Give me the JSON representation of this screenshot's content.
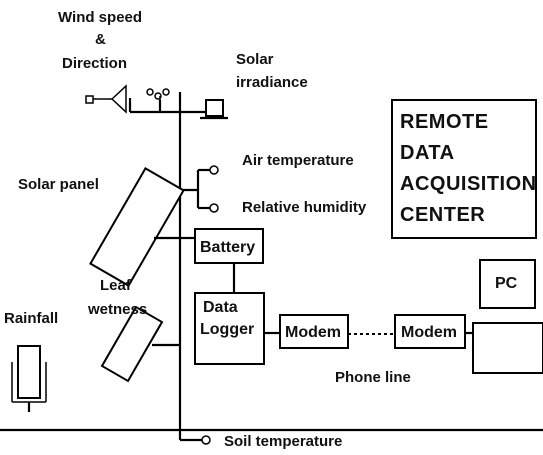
{
  "labels": {
    "wind_speed": "Wind speed",
    "ampersand": "&",
    "direction": "Direction",
    "solar": "Solar",
    "irradiance": "irradiance",
    "air_temperature": "Air temperature",
    "relative_humidity": "Relative humidity",
    "solar_panel": "Solar panel",
    "leaf": "Leaf",
    "wetness": "wetness",
    "rainfall": "Rainfall",
    "battery": "Battery",
    "data_logger_line1": "Data",
    "data_logger_line2": "Logger",
    "modem_left": "Modem",
    "modem_right": "Modem",
    "pc": "PC",
    "phone_line": "Phone line",
    "soil_temperature": "Soil temperature"
  },
  "remote_center": {
    "line1": "REMOTE",
    "line2": "DATA",
    "line3": "ACQUISITION",
    "line4": "CENTER"
  }
}
